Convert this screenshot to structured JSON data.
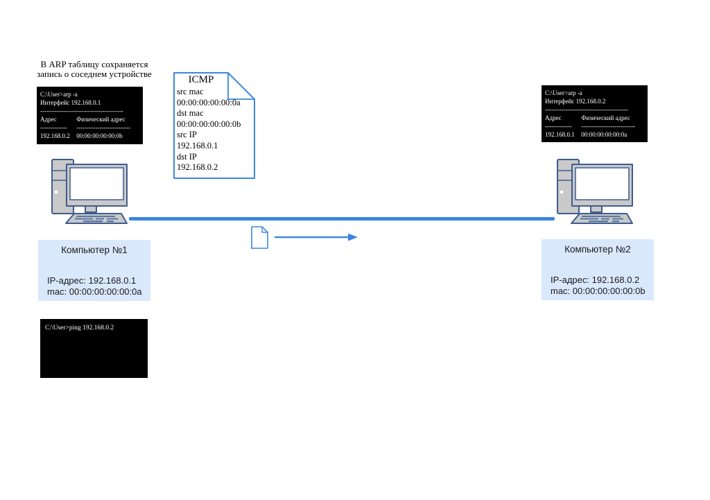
{
  "colors": {
    "accent_blue": "#3b87e0",
    "device_border": "#3e5c8f",
    "device_fill": "#c9c9c9",
    "key_fill": "#5b76a3",
    "label_bg": "#dae8fc",
    "terminal_bg": "#000000",
    "terminal_text": "#ffffff"
  },
  "annotation": {
    "line1": "В ARP таблицу сохраняется",
    "line2": "запись о соседнем устройстве"
  },
  "terminals": {
    "arp1": {
      "command": "C:\\User>arp -a",
      "interface_line": "Интерфейс 192.168.0.1",
      "divider": "----------------------------------------",
      "col1_header": "Адрес",
      "col2_header": "Физический адрес",
      "col1_dashes": "-------------",
      "col2_dashes": "--------------------------",
      "entry_ip": "192.168.0.2",
      "entry_mac": "00:00:00:00:00:0b"
    },
    "arp2": {
      "command": "C:\\User>arp -a",
      "interface_line": "Интерфейс 192.168.0.2",
      "divider": "----------------------------------------",
      "col1_header": "Адрес",
      "col2_header": "Физический адрес",
      "col1_dashes": "-------------",
      "col2_dashes": "--------------------------",
      "entry_ip": "192.168.0.1",
      "entry_mac": "00:00:00:00:00:0a"
    },
    "ping": {
      "command": "C:\\User>ping 192.168.0.2"
    }
  },
  "icmp_note": {
    "title": "ICMP",
    "lines": [
      "src mac",
      "00:00:00:00:00:0a",
      "dst mac",
      "00:00:00:00:00:0b",
      "src IP",
      "192.168.0.1",
      "dst IP",
      "192.168.0.2"
    ]
  },
  "labels": {
    "left": {
      "name": "Компьютер №1",
      "ip": "IP-адрес: 192.168.0.1",
      "mac": "mac: 00:00:00:00:00:0a"
    },
    "right": {
      "name": "Компьютер №2",
      "ip": "IP-адрес: 192.168.0.2",
      "mac": "mac: 00:00:00:00:00:0b"
    }
  }
}
